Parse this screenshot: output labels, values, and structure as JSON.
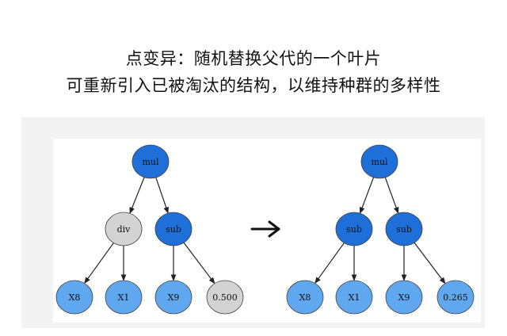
{
  "caption": {
    "line1": "点变异：随机替换父代的一个叶片",
    "line2": "可重新引入已被淘汰的结构，以维持种群的多样性"
  },
  "colors": {
    "dark_node": "#1f6fd8",
    "light_node": "#5fa8f0",
    "grey_node": "#d3d3d3",
    "edge": "#222222"
  },
  "trees": [
    {
      "name": "before",
      "nodes": [
        {
          "label": "mul",
          "kind": "dark"
        },
        {
          "label": "div",
          "kind": "grey"
        },
        {
          "label": "sub",
          "kind": "dark"
        },
        {
          "label": "X8",
          "kind": "light"
        },
        {
          "label": "X1",
          "kind": "light"
        },
        {
          "label": "X9",
          "kind": "light"
        },
        {
          "label": "0.500",
          "kind": "grey"
        }
      ]
    },
    {
      "name": "after",
      "nodes": [
        {
          "label": "mul",
          "kind": "dark"
        },
        {
          "label": "sub",
          "kind": "dark"
        },
        {
          "label": "sub",
          "kind": "dark"
        },
        {
          "label": "X8",
          "kind": "light"
        },
        {
          "label": "X1",
          "kind": "light"
        },
        {
          "label": "X9",
          "kind": "light"
        },
        {
          "label": "0.265",
          "kind": "light"
        }
      ]
    }
  ],
  "arrow_glyph": "→"
}
